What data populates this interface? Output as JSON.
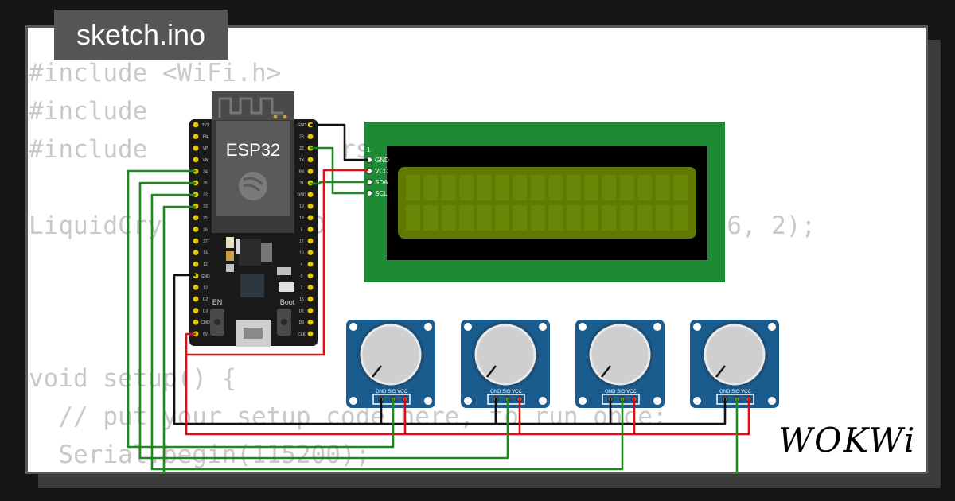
{
  "tab": {
    "label": "sketch.ino"
  },
  "code_lines": [
    "#include <WiFi.h>",
    "#include",
    "#include             rs",
    "",
    "LiquidCry        LCD                      27, 16, 2);",
    "",
    "",
    "",
    "void setup() {",
    "  // put your setup code here, to run once:",
    "  Serial.begin(115200);"
  ],
  "esp32": {
    "label": "ESP32",
    "left_pins": [
      "3V3",
      "EN",
      "VP",
      "VN",
      "34",
      "35",
      "32",
      "33",
      "25",
      "26",
      "27",
      "14",
      "12",
      "GND",
      "13",
      "D2",
      "D3",
      "CMD",
      "5V"
    ],
    "right_pins": [
      "GND",
      "23",
      "22",
      "TX",
      "RX",
      "21",
      "GND",
      "19",
      "18",
      "5",
      "17",
      "16",
      "4",
      "0",
      "2",
      "15",
      "D1",
      "D0",
      "CLK"
    ],
    "en_label": "EN",
    "boot_label": "Boot"
  },
  "lcd": {
    "pin_index": "1",
    "pins": [
      "GND",
      "VCC",
      "SDA",
      "SCL"
    ],
    "backlight": "#5f7a00"
  },
  "potentiometer": {
    "pin_labels": "GND SIG VCC",
    "count": 4
  },
  "colors": {
    "wire_green": "#1c8a1c",
    "wire_red": "#e01010",
    "wire_black": "#111111",
    "pcb_blue": "#1b5c8e",
    "lcd_green": "#1e8a36"
  },
  "brand": {
    "name": "WOKWi"
  }
}
